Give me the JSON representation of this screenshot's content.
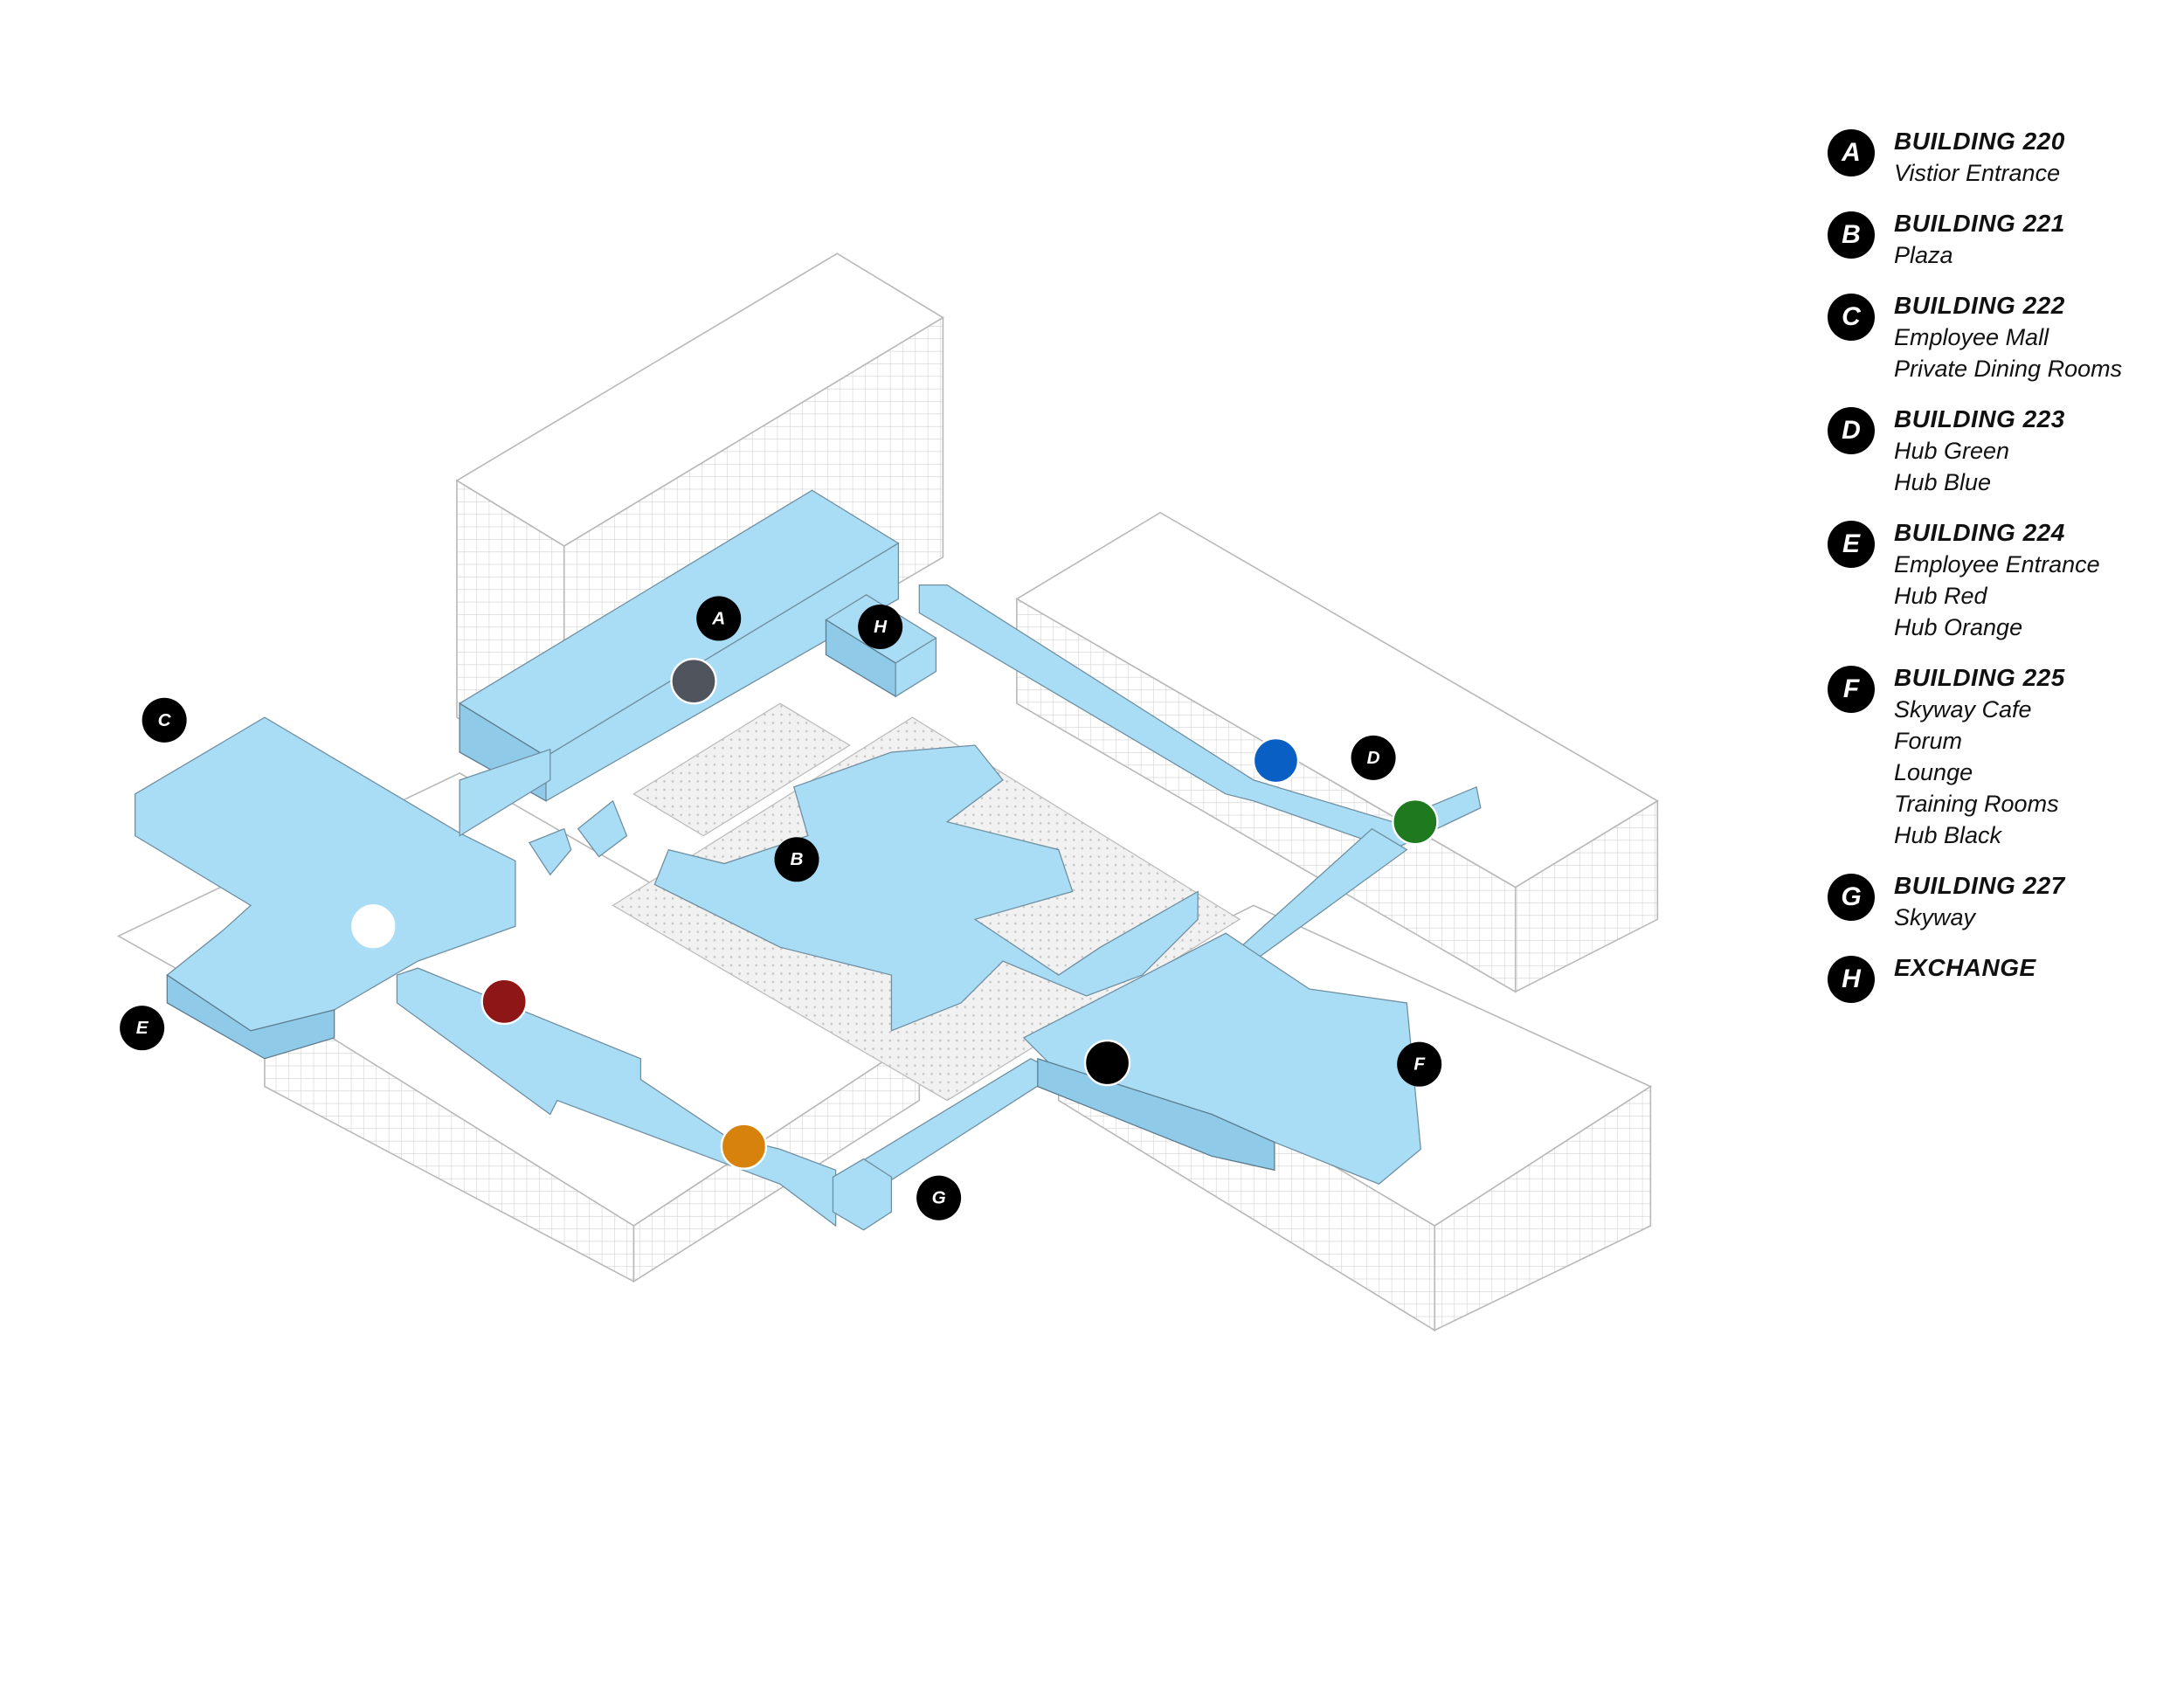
{
  "legend": [
    {
      "letter": "A",
      "title": "BUILDING 220",
      "lines": [
        "Vistior Entrance"
      ]
    },
    {
      "letter": "B",
      "title": "BUILDING 221",
      "lines": [
        "Plaza"
      ]
    },
    {
      "letter": "C",
      "title": "BUILDING 222",
      "lines": [
        "Employee Mall",
        "Private Dining Rooms"
      ]
    },
    {
      "letter": "D",
      "title": "BUILDING 223",
      "lines": [
        "Hub Green",
        "Hub Blue"
      ]
    },
    {
      "letter": "E",
      "title": "BUILDING 224",
      "lines": [
        "Employee Entrance",
        "Hub Red",
        "Hub Orange"
      ]
    },
    {
      "letter": "F",
      "title": "BUILDING 225",
      "lines": [
        "Skyway Cafe",
        "Forum",
        "Lounge",
        "Training Rooms",
        "Hub Black"
      ]
    },
    {
      "letter": "G",
      "title": "BUILDING 227",
      "lines": [
        "Skyway"
      ]
    },
    {
      "letter": "H",
      "title": "EXCHANGE",
      "lines": []
    }
  ],
  "map_markers": [
    "A",
    "B",
    "C",
    "D",
    "E",
    "F",
    "G",
    "H"
  ],
  "hubs": [
    {
      "name": "hub-gray",
      "color": "#50545c"
    },
    {
      "name": "hub-white",
      "color": "#ffffff"
    },
    {
      "name": "hub-red",
      "color": "#8e1616"
    },
    {
      "name": "hub-orange",
      "color": "#d6820c"
    },
    {
      "name": "hub-blue",
      "color": "#0a5fc4"
    },
    {
      "name": "hub-green",
      "color": "#1f7a1f"
    },
    {
      "name": "hub-black",
      "color": "#000000"
    }
  ],
  "colors": {
    "accent": "#a9dcf5",
    "building_outline": "#b8b8b8"
  }
}
